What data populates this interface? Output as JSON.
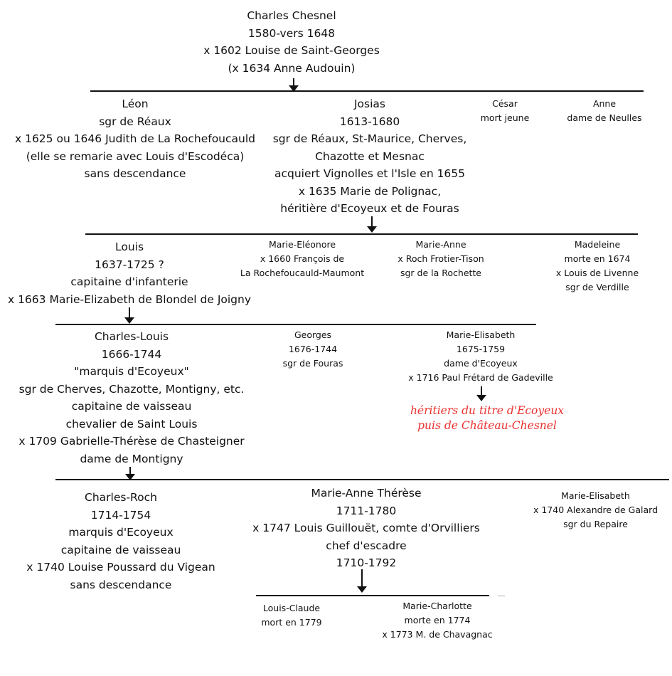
{
  "root": [
    "Charles Chesnel",
    "1580-vers 1648",
    "x 1602 Louise de Saint-Georges",
    "(x 1634 Anne Audouin)"
  ],
  "gen1": {
    "leon": [
      "Léon",
      "sgr de Réaux",
      "x 1625 ou 1646 Judith de La Rochefoucauld",
      "(elle se remarie avec Louis d'Escodéca)",
      "sans descendance"
    ],
    "josias": [
      "Josias",
      "1613-1680",
      "sgr de Réaux, St-Maurice, Cherves,",
      "Chazotte et Mesnac",
      "acquiert Vignolles et l'Isle en 1655",
      "x 1635 Marie de Polignac,",
      "héritière d'Ecoyeux et de Fouras"
    ],
    "cesar": [
      "César",
      "mort jeune"
    ],
    "anne": [
      "Anne",
      "dame de Neulles"
    ]
  },
  "gen2": {
    "louis": [
      "Louis",
      "1637-1725 ?",
      "capitaine d'infanterie",
      "x 1663 Marie-Elizabeth de Blondel de Joigny"
    ],
    "marie_eleonore": [
      "Marie-Eléonore",
      "x 1660 François de",
      "La Rochefoucauld-Maumont"
    ],
    "marie_anne": [
      "Marie-Anne",
      "x Roch Frotier-Tison",
      "sgr de la Rochette"
    ],
    "madeleine": [
      "Madeleine",
      "morte en 1674",
      "x Louis de Livenne",
      "sgr de Verdille"
    ]
  },
  "gen3": {
    "charles_louis": [
      "Charles-Louis",
      "1666-1744",
      "\"marquis d'Ecoyeux\"",
      "sgr de Cherves, Chazotte, Montigny, etc.",
      "capitaine de vaisseau",
      "chevalier de Saint Louis",
      "x 1709 Gabrielle-Thérèse de Chasteigner",
      "dame de Montigny"
    ],
    "georges": [
      "Georges",
      "1676-1744",
      "sgr de Fouras"
    ],
    "marie_elisabeth": [
      "Marie-Elisabeth",
      "1675-1759",
      "dame d'Ecoyeux",
      "x 1716 Paul Frétard de Gadeville"
    ],
    "heirs_note": [
      "héritiers du titre d'Ecoyeux",
      "puis de Château-Chesnel"
    ]
  },
  "gen4": {
    "charles_roch": [
      "Charles-Roch",
      "1714-1754",
      "marquis d'Ecoyeux",
      "capitaine de vaisseau",
      "x 1740 Louise Poussard du Vigean",
      "sans descendance"
    ],
    "marie_anne_therese": [
      "Marie-Anne Thérèse",
      "1711-1780",
      "x 1747 Louis Guillouët, comte d'Orvilliers",
      "chef d'escadre",
      "1710-1792"
    ],
    "marie_elisabeth2": [
      "Marie-Elisabeth",
      "x 1740 Alexandre de Galard",
      "sgr du Repaire"
    ]
  },
  "gen5": {
    "louis_claude": [
      "Louis-Claude",
      "mort en 1779"
    ],
    "marie_charlotte": [
      "Marie-Charlotte",
      "morte en 1774",
      "x 1773 M. de Chavagnac"
    ]
  },
  "colors": {
    "line": "#111111",
    "note": "#e8312f"
  }
}
